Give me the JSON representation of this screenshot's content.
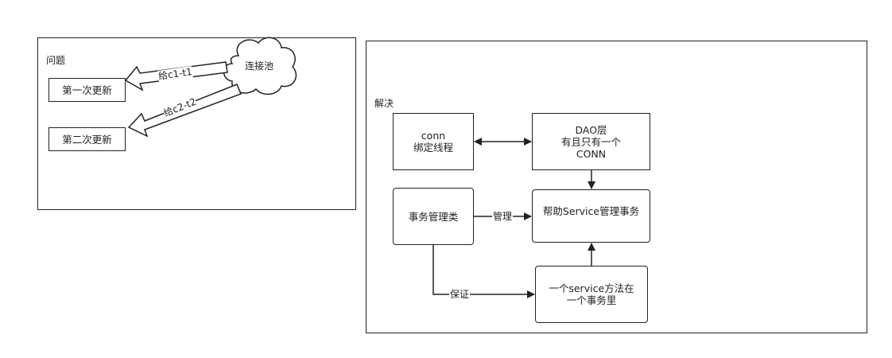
{
  "problem": {
    "title": "问题",
    "pool_label": "连接池",
    "first_update": "第一次更新",
    "second_update": "第二次更新",
    "arrow1_label": "给c1-t1",
    "arrow2_label": "给c2-t2"
  },
  "solution": {
    "title": "解决",
    "conn_box": [
      "conn",
      "绑定线程"
    ],
    "dao_box": [
      "DAO层",
      "有且只有一个",
      "CONN"
    ],
    "tx_manager_box": "事务管理类",
    "helper_box": "帮助Service管理事务",
    "service_box": [
      "一个service方法在",
      "一个事务里"
    ],
    "manage_label": "管理",
    "guarantee_label": "保证"
  },
  "colors": {
    "stroke": "#222222",
    "background": "#ffffff"
  }
}
